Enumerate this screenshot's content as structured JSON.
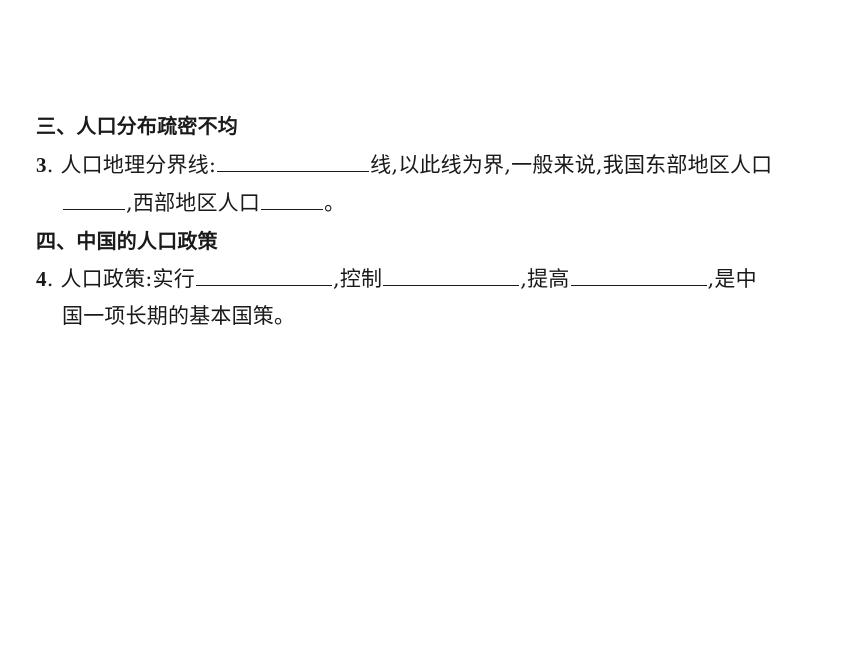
{
  "section3": {
    "heading": "三、人口分布疏密不均",
    "q3": {
      "number": "3",
      "dot": ". ",
      "text1": "人口地理分界线:",
      "text2": "线,以此线为界,一般来说,我国东部地区人口",
      "text3": ",西部地区人口",
      "text4": "。"
    }
  },
  "section4": {
    "heading": "四、中国的人口政策",
    "q4": {
      "number": "4",
      "dot": ". ",
      "text1": "人口政策:实行",
      "text2": ",控制",
      "text3": ",提高",
      "text4": ",是中",
      "text5": "国一项长期的基本国策。"
    }
  }
}
